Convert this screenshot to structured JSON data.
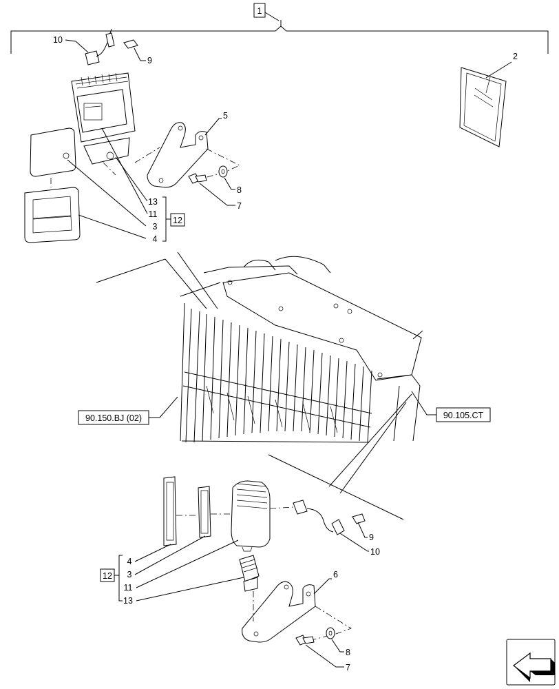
{
  "group_callout": "1",
  "subgroup_callouts": {
    "top": "12",
    "bottom": "12"
  },
  "parts": {
    "top": {
      "p10": "10",
      "p9": "9",
      "p2": "2",
      "p5": "5",
      "p8": "8",
      "p7": "7",
      "p13": "13",
      "p11": "11",
      "p3": "3",
      "p4": "4"
    },
    "bottom": {
      "p9": "9",
      "p10": "10",
      "p6": "6",
      "p8": "8",
      "p7": "7",
      "p4": "4",
      "p3": "3",
      "p11": "11",
      "p13": "13"
    }
  },
  "references": {
    "left": "90.150.BJ (02)",
    "right": "90.105.CT"
  },
  "icons": {
    "nav": "arrow-navigation-icon"
  }
}
